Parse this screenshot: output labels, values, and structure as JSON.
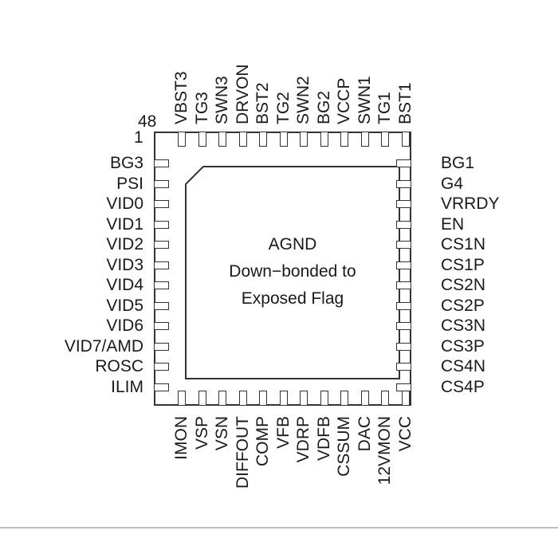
{
  "diagram": {
    "type": "ic-pinout",
    "package": "48-pin QFN (top view)",
    "pin_numbers": {
      "first": "1",
      "last": "48"
    },
    "center_pad": {
      "lines": [
        "AGND",
        "Down−bonded to",
        "Exposed Flag"
      ]
    },
    "pins": {
      "left": [
        "BG3",
        "PSI",
        "VID0",
        "VID1",
        "VID2",
        "VID3",
        "VID4",
        "VID5",
        "VID6",
        "VID7/AMD",
        "ROSC",
        "ILIM"
      ],
      "bottom": [
        "IMON",
        "VSP",
        "VSN",
        "DIFFOUT",
        "COMP",
        "VFB",
        "VDRP",
        "VDFB",
        "CSSUM",
        "DAC",
        "12VMON",
        "VCC"
      ],
      "right": [
        "BG1",
        "G4",
        "VRRDY",
        "EN",
        "CS1N",
        "CS1P",
        "CS2N",
        "CS2P",
        "CS3N",
        "CS3P",
        "CS4N",
        "CS4P"
      ],
      "top": [
        "VBST3",
        "TG3",
        "SWN3",
        "DRVON",
        "BST2",
        "TG2",
        "SWN2",
        "BG2",
        "VCCP",
        "SWN1",
        "TG1",
        "BST1"
      ]
    }
  }
}
